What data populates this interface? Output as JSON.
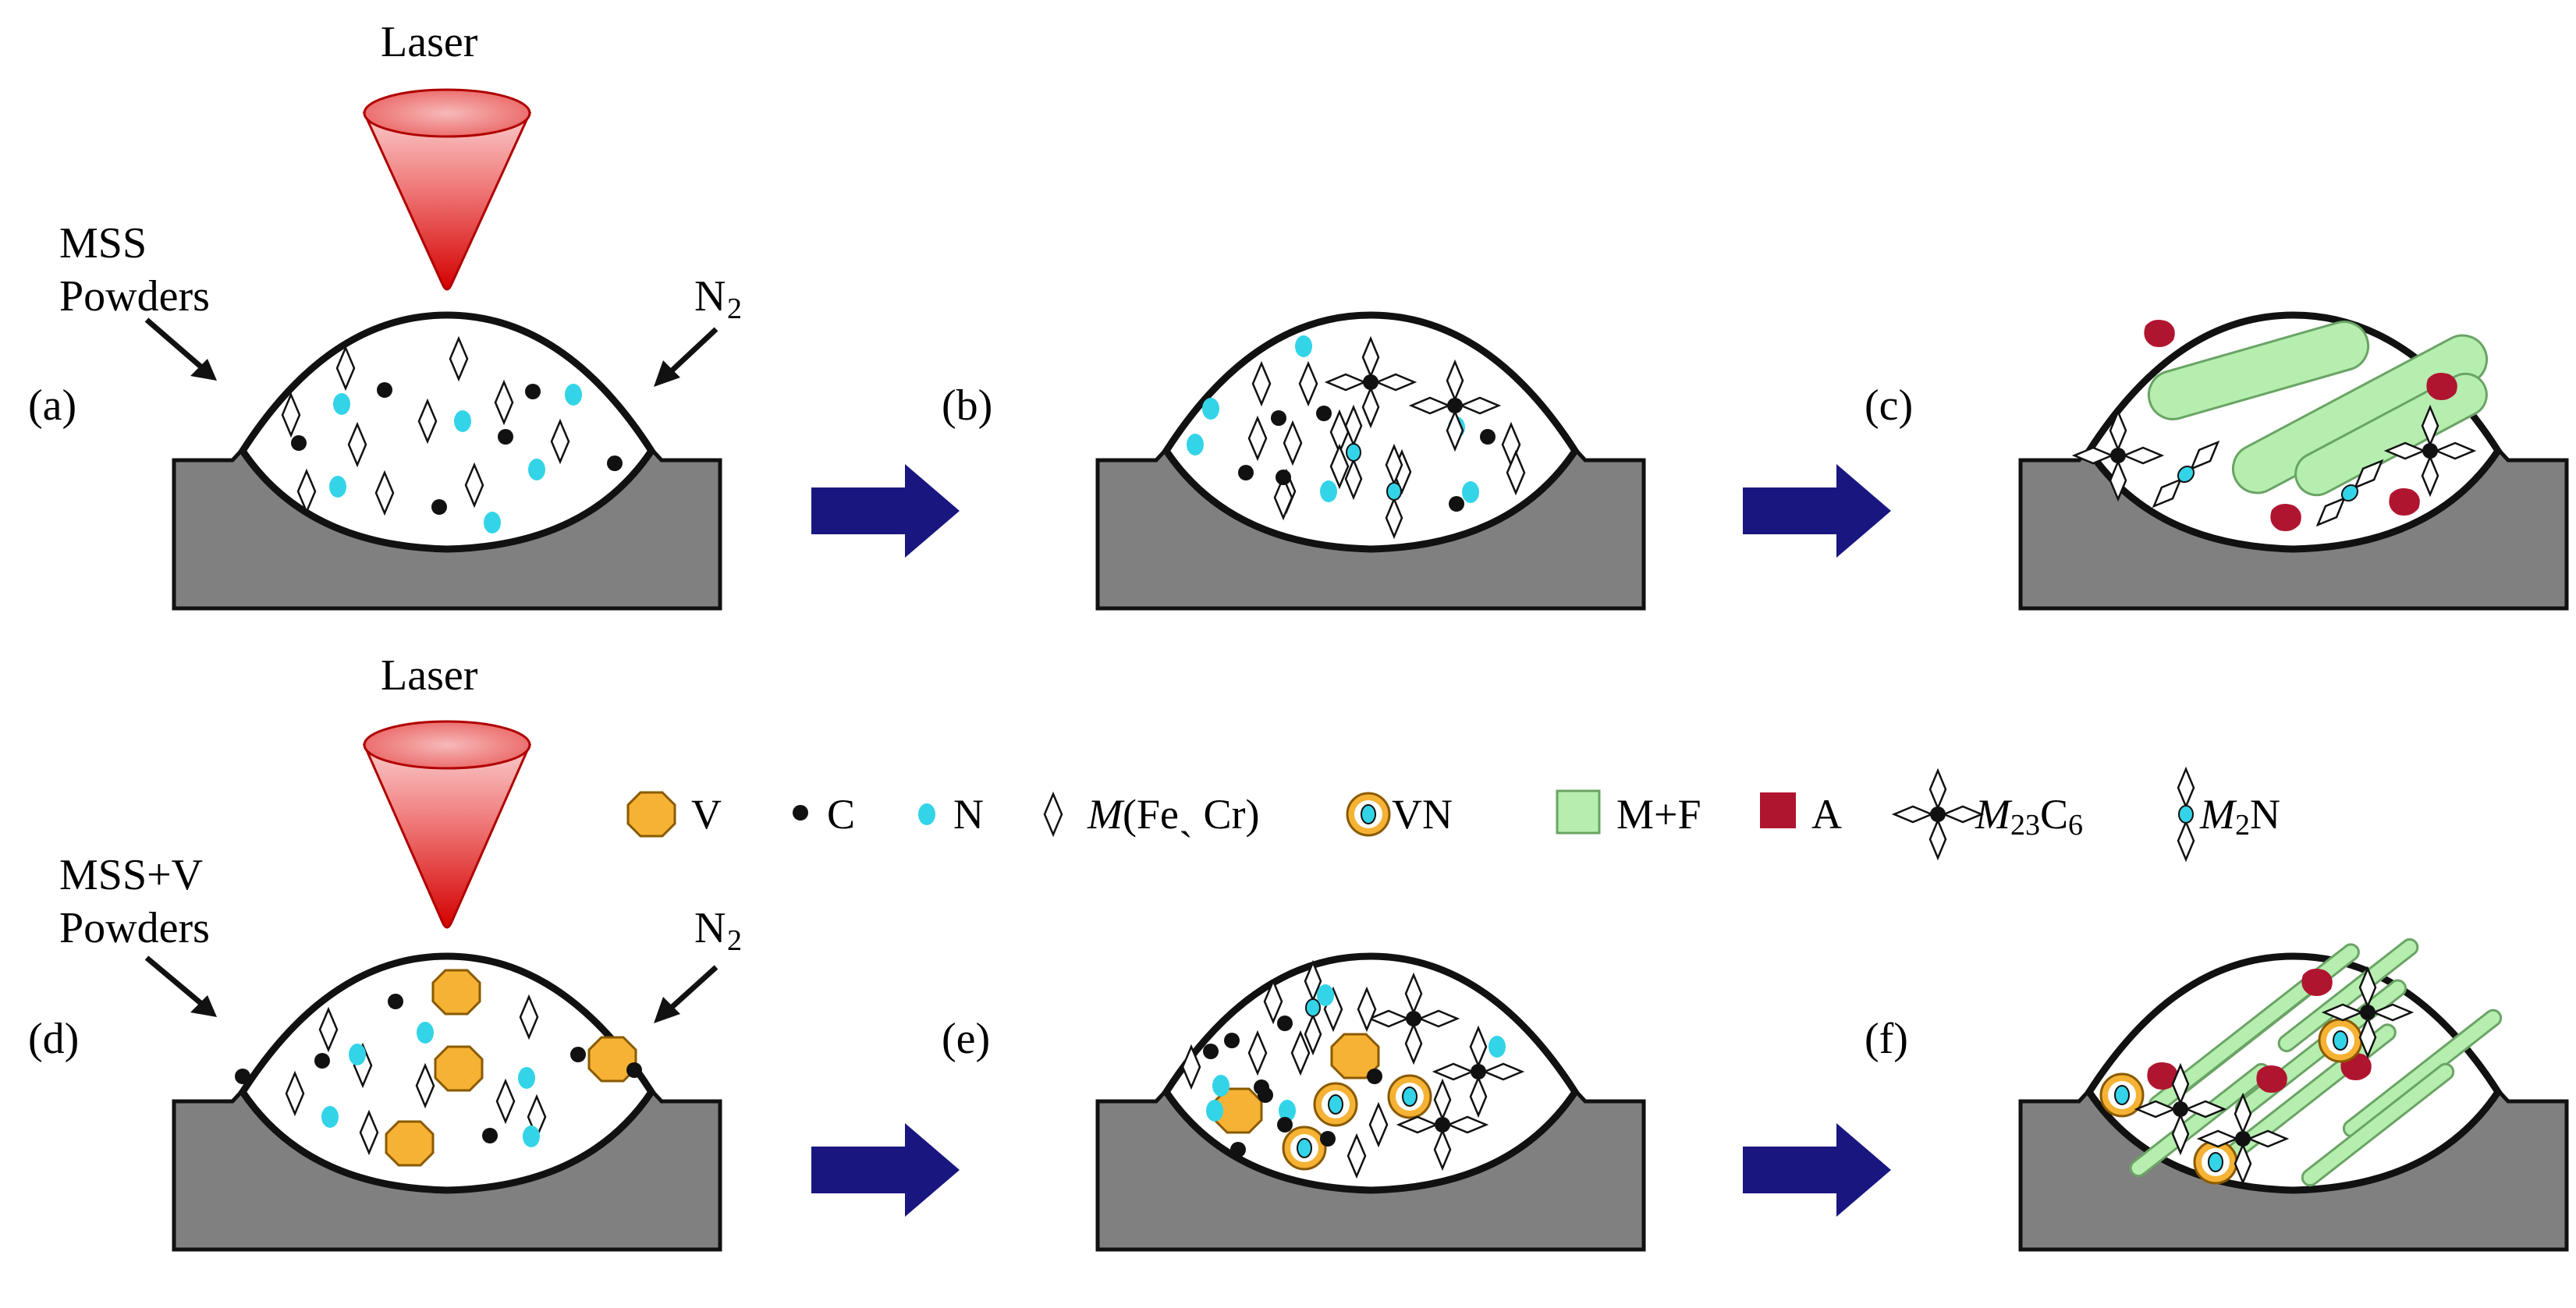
{
  "top_row": {
    "laser_label": "Laser",
    "powder_label_line1": "MSS",
    "powder_label_line2": "Powders",
    "gas_label": "N",
    "gas_subscript": "2"
  },
  "bottom_row": {
    "laser_label": "Laser",
    "powder_label_line1": "MSS+V",
    "powder_label_line2": "Powders",
    "gas_label": "N",
    "gas_subscript": "2"
  },
  "panels": [
    "(a)",
    "(b)",
    "(c)",
    "(d)",
    "(e)",
    "(f)"
  ],
  "legend": [
    {
      "symbol": "V",
      "text": "V"
    },
    {
      "symbol": "C",
      "text": "C"
    },
    {
      "symbol": "N",
      "text": "N"
    },
    {
      "symbol": "M",
      "text_italic": "M",
      "text": "(Feˏ Cr)"
    },
    {
      "symbol": "VN",
      "text": "VN"
    },
    {
      "symbol": "MF",
      "text": "M+F"
    },
    {
      "symbol": "A",
      "text": "A"
    },
    {
      "symbol": "M23C6",
      "text_italic": "M",
      "sub1": "23",
      "text": "C",
      "sub2": "6"
    },
    {
      "symbol": "M2N",
      "text_italic": "M",
      "sub1": "2",
      "text": "N"
    }
  ],
  "colors": {
    "substrate": "#808080",
    "arrow": "#1a1680",
    "nitrogen": "#33d4e8",
    "vanadium": "#f5b234",
    "martensite_ferrite": "#b6eeb0",
    "austenite": "#b01530",
    "laser_top": "#f2a0a0",
    "laser_tip": "#d40000"
  }
}
